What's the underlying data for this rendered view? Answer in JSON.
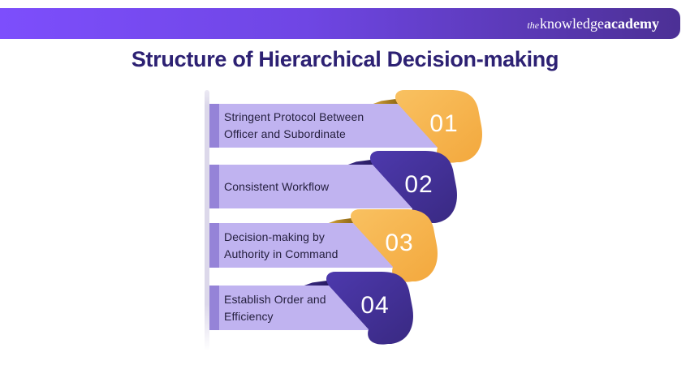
{
  "header": {
    "logo_the": "the",
    "logo_knowledge": "knowledge",
    "logo_academy": "academy"
  },
  "title": "Structure of Hierarchical Decision-making",
  "steps": [
    {
      "number": "01",
      "title": "Stringent Protocol Between Officer and Subordinate",
      "badge_color_scheme": "orange"
    },
    {
      "number": "02",
      "title": "Consistent Workflow",
      "badge_color_scheme": "purple"
    },
    {
      "number": "03",
      "title": "Decision-making by Authority in Command",
      "badge_color_scheme": "orange"
    },
    {
      "number": "04",
      "title": "Establish Order and Efficiency",
      "badge_color_scheme": "purple"
    }
  ],
  "colors": {
    "header_gradient_left": "#7d4efc",
    "header_gradient_right": "#4c3095",
    "title_text": "#2d2173",
    "bar_fill": "#c0b3f0",
    "bar_left_cap": "#9583d8",
    "bar_text": "#25203f",
    "badge_orange": "#f6b24a",
    "badge_purple": "#43309c",
    "fold_gold": "#8a6210",
    "fold_navy": "#2a1d66",
    "timeline_line": "#dcd8ea",
    "badge_number_text": "#ffffff",
    "logo_text": "#ffffff"
  }
}
